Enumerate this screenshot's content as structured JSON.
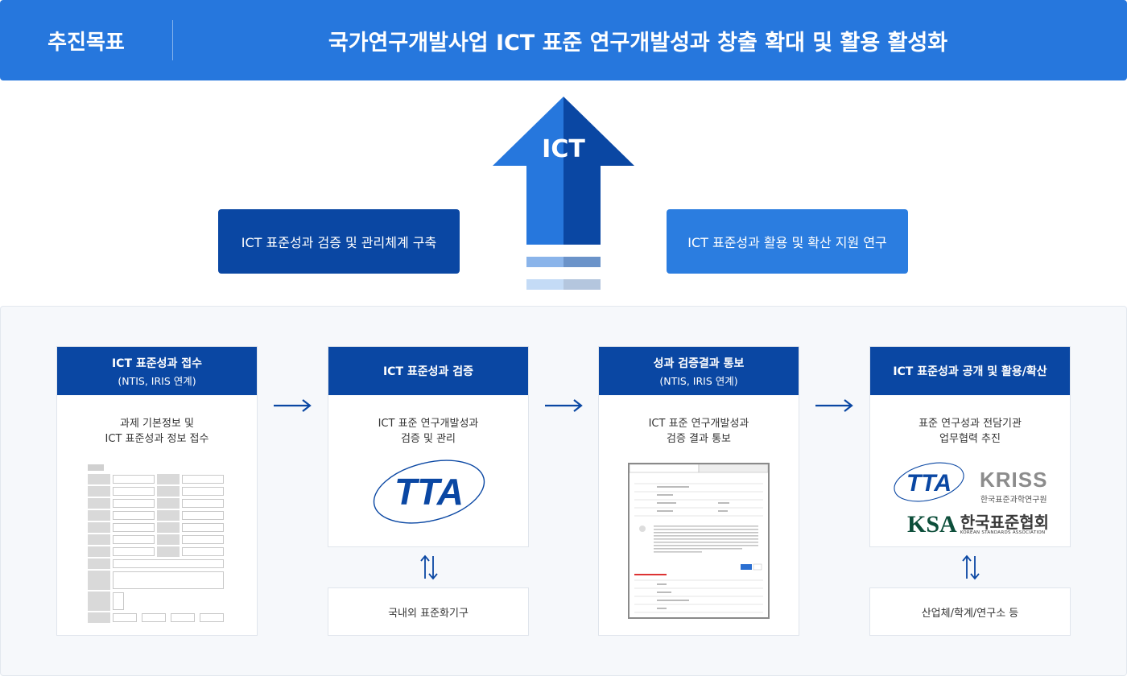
{
  "header": {
    "label": "추진목표",
    "title": "국가연구개발사업 ICT 표준 연구개발성과 창출 확대 및 활용 활성화"
  },
  "center_arrow": {
    "label": "ICT"
  },
  "side_boxes": {
    "left": "ICT 표준성과 검증 및 관리체계 구축",
    "right": "ICT 표준성과 활용 및 확산 지원 연구"
  },
  "steps": [
    {
      "title": "ICT 표준성과 접수",
      "subtitle": "(NTIS, IRIS 연계)",
      "desc1": "과제 기본정보 및",
      "desc2": "ICT 표준성과 정보 접수"
    },
    {
      "title": "ICT 표준성과 검증",
      "subtitle": "",
      "desc1": "ICT 표준 연구개발성과",
      "desc2": "검증 및 관리"
    },
    {
      "title": "성과 검증결과 통보",
      "subtitle": "(NTIS, IRIS 연계)",
      "desc1": "ICT 표준 연구개발성과",
      "desc2": "검증 결과 통보"
    },
    {
      "title": "ICT 표준성과 공개 및 활용/확산",
      "subtitle": "",
      "desc1": "표준 연구성과 전담기관",
      "desc2": "업무협력 추진"
    }
  ],
  "sub_boxes": {
    "step2": "국내외 표준화기구",
    "step4": "산업체/학계/연구소 등"
  },
  "logos": {
    "tta": "TTA",
    "kriss": "KRISS",
    "kriss_sub": "한국표준과학연구원",
    "ksa": "KSA",
    "ksa_kor": "한국표준협회",
    "ksa_eng": "KOREAN STANDARDS ASSOCIATION"
  },
  "colors": {
    "header": "#2677dd",
    "navy": "#0a47a3",
    "blue": "#2b7de0",
    "panel": "#f6f8fb"
  }
}
